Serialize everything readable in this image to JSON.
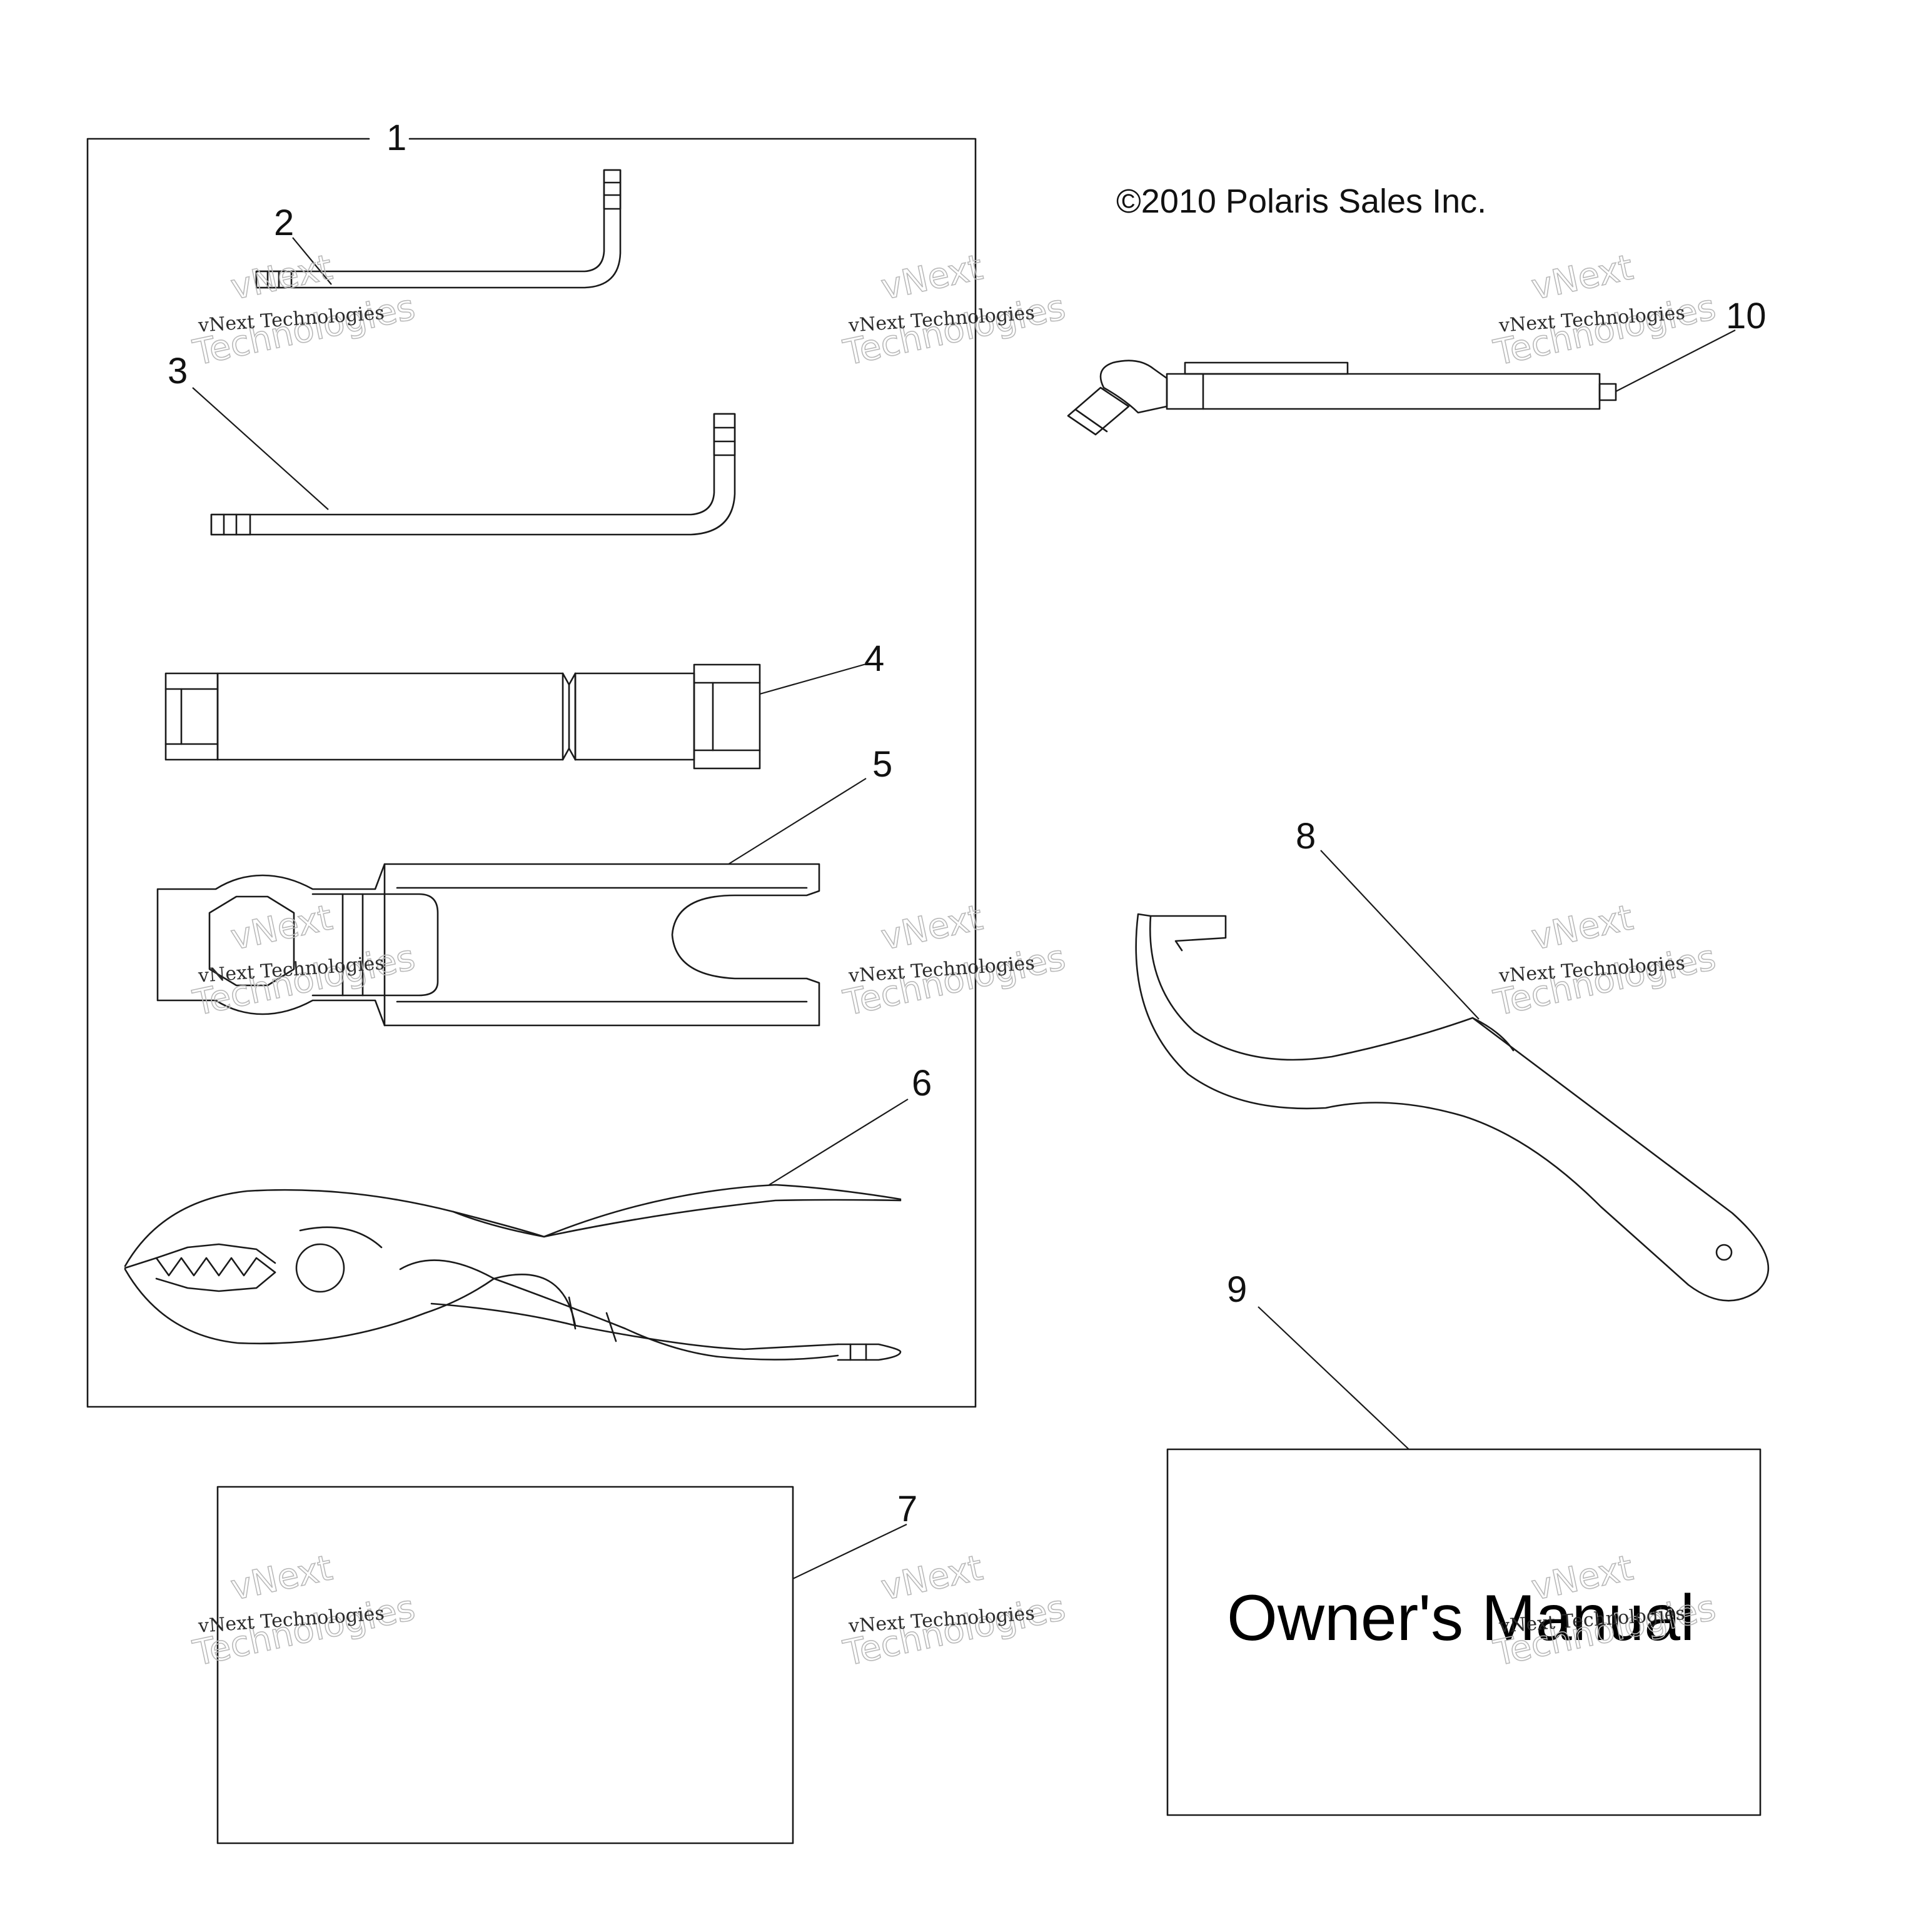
{
  "copyright": "©2010 Polaris Sales Inc.",
  "callouts": [
    "1",
    "2",
    "3",
    "4",
    "5",
    "6",
    "7",
    "8",
    "9",
    "10"
  ],
  "manual_label": "Owner's Manual",
  "watermark": {
    "word1": "vNext",
    "word2": "Technologies",
    "line": "vNext Technologies"
  },
  "colors": {
    "line": "#1a1a1a",
    "background": "#ffffff"
  }
}
